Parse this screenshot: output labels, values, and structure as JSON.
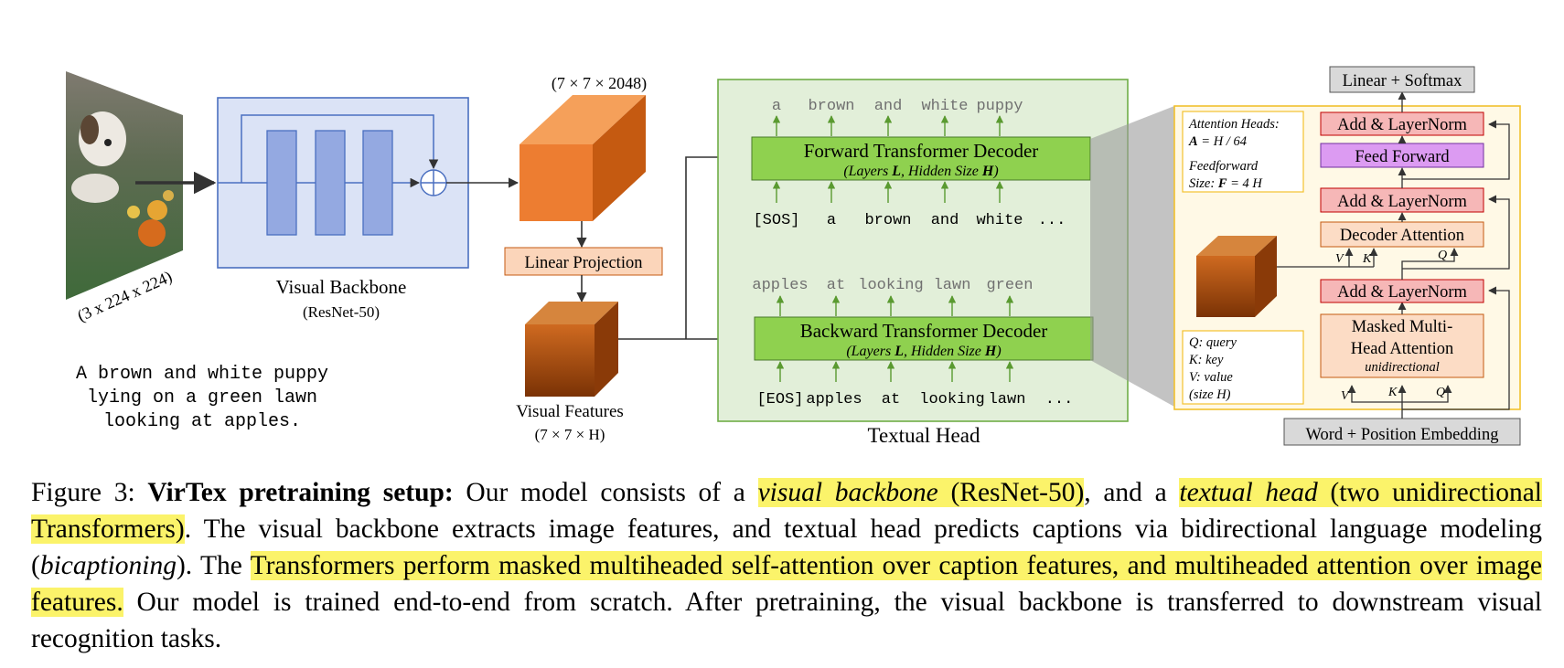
{
  "image_dims": "(3 x 224 x 224)",
  "sample_caption": [
    "A brown and white puppy",
    "lying on a green lawn",
    "looking at apples."
  ],
  "visual_backbone": {
    "title": "Visual Backbone",
    "subtitle": "(ResNet-50)"
  },
  "feature_map_dims": "(7 × 7 × 2048)",
  "linear_projection": "Linear Projection",
  "visual_features": {
    "title": "Visual Features",
    "dims": "(7 × 7 × H)"
  },
  "textual_head": {
    "label": "Textual Head",
    "forward": {
      "title": "Forward Transformer Decoder",
      "sub_prefix": "(Layers ",
      "sub_L": "L",
      "sub_mid": ", Hidden Size ",
      "sub_H": "H",
      "sub_suffix": ")",
      "outputs": [
        "a",
        "brown",
        "and",
        "white",
        "puppy"
      ],
      "inputs": [
        "[SOS]",
        "a",
        "brown",
        "and",
        "white",
        "..."
      ]
    },
    "backward": {
      "title": "Backward Transformer Decoder",
      "sub_prefix": "(Layers ",
      "sub_L": "L",
      "sub_mid": ", Hidden Size ",
      "sub_H": "H",
      "sub_suffix": ")",
      "outputs": [
        "apples",
        "at",
        "looking",
        "lawn",
        "green"
      ],
      "inputs": [
        "[EOS]",
        "apples",
        "at",
        "looking",
        "lawn",
        "..."
      ]
    }
  },
  "decoder_detail": {
    "linear_softmax": "Linear + Softmax",
    "add_norm": "Add & LayerNorm",
    "feed_forward": "Feed Forward",
    "decoder_attention": "Decoder Attention",
    "masked_attention": [
      "Masked Multi-",
      "Head Attention"
    ],
    "unidirectional": "unidirectional",
    "embedding": "Word + Position Embedding",
    "qkv": {
      "v": "V",
      "k": "K",
      "q": "Q"
    },
    "hyperparams": {
      "heads_label": "Attention Heads:",
      "heads_eq_var": "A",
      "heads_eq_rest": " = H / 64",
      "ff_label": "Feedforward",
      "ff_size": "Size: ",
      "ff_var": "F",
      "ff_rest": " = 4 H"
    },
    "legend": [
      "Q: query",
      "K: key",
      "V: value",
      "(size H)"
    ]
  },
  "caption": {
    "fig_label": "Figure 3: ",
    "bold_title": "VirTex pretraining setup:",
    "t1": " Our model consists of a ",
    "h1_italic": "visual backbone",
    "h1_rest": " (ResNet-50)",
    "t2": ", and a ",
    "h2_italic": "textual head",
    "h2_rest": " (two unidirectional Transformers)",
    "t3": ". The visual backbone extracts image features, and textual head predicts captions via bidirectional language modeling (",
    "t3_italic": "bicaptioning",
    "t4": "). The ",
    "h3": "Transformers perform masked multiheaded self-attention over caption features, and multiheaded attention over image features.",
    "t5": " Our model is trained end-to-end from scratch. After pretraining, the visual backbone is transferred to downstream visual recognition tasks."
  },
  "colors": {
    "backbone_fill": "#dbe3f6",
    "backbone_stroke": "#4a6fc0",
    "block_fill": "#94a9e1",
    "head_fill": "#e2efd9",
    "head_stroke": "#70ad47",
    "decoder_fill": "#8fd14f",
    "feature_orange": "#ed7d31",
    "feature_dark": "#c55a11",
    "norm_fill": "#f6b7b7",
    "ff_fill": "#dc9bf2",
    "attn_fill": "#fcdcc5",
    "detail_fill": "#fff9e6",
    "detail_stroke": "#f2c12e",
    "highlight": "#fbf36a"
  }
}
